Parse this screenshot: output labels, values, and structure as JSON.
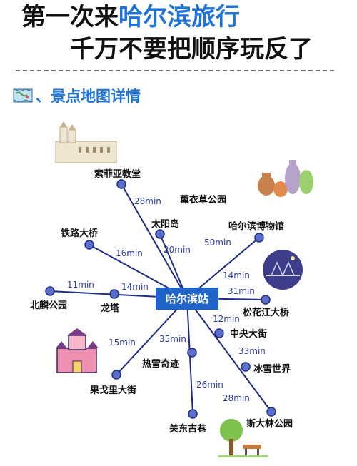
{
  "header": {
    "line1_part1": "第一次来",
    "line1_part2": "哈尔滨旅行",
    "line2": "千万不要把顺序玩反了"
  },
  "section": {
    "title": "、景点地图详情"
  },
  "hub": "哈尔滨站",
  "places": {
    "sofia": "索菲亚教堂",
    "lavender": "薰衣草公园",
    "sun_island": "太阳岛",
    "railway_bridge": "铁路大桥",
    "museum": "哈尔滨博物馆",
    "beilin_park": "北麟公园",
    "longta": "龙塔",
    "songhua": "松花江大桥",
    "zhongyang": "中央大街",
    "ice_snow_world": "冰雪世界",
    "snow_garden": "热雪奇迹",
    "guogeli": "果戈里大街",
    "stalin_park": "斯大林公园",
    "guandong": "关东古巷"
  },
  "times": {
    "sofia": "28min",
    "sun_island": "20min",
    "lavender": "50min",
    "railway_bridge": "16min",
    "museum": "14min",
    "beilin": "11min",
    "longta": "14min",
    "songhua": "31min",
    "zhongyang": "12min",
    "ice_snow_world": "33min",
    "guogeli": "15min",
    "snow_garden": "35min",
    "guandong": "26min",
    "stalin": "28min"
  },
  "colors": {
    "accent": "#1f73d6",
    "hub": "#1f64c8",
    "node_fill": "#5a6fc9",
    "line": "#1d2b86"
  }
}
